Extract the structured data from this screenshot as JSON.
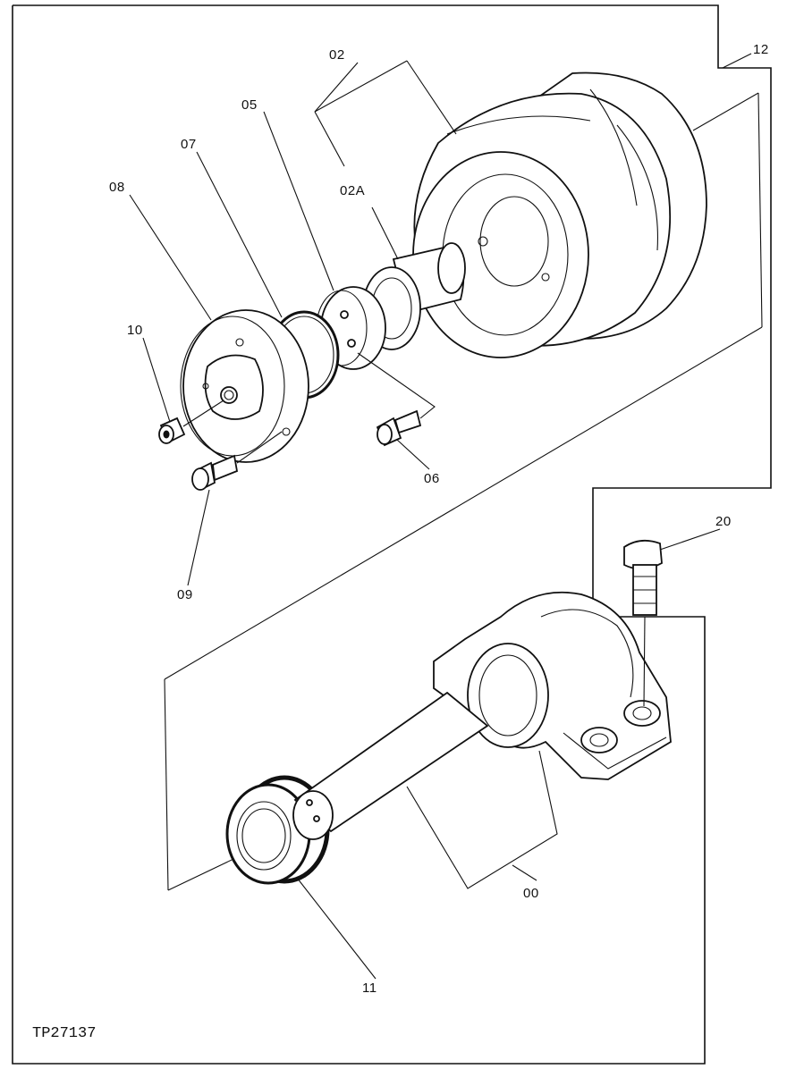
{
  "figure_id": "TP27137",
  "callouts": {
    "c00": "00",
    "c02": "02",
    "c02a": "02A",
    "c05": "05",
    "c06": "06",
    "c07": "07",
    "c08": "08",
    "c09": "09",
    "c10": "10",
    "c11": "11",
    "c12": "12",
    "c20": "20"
  }
}
